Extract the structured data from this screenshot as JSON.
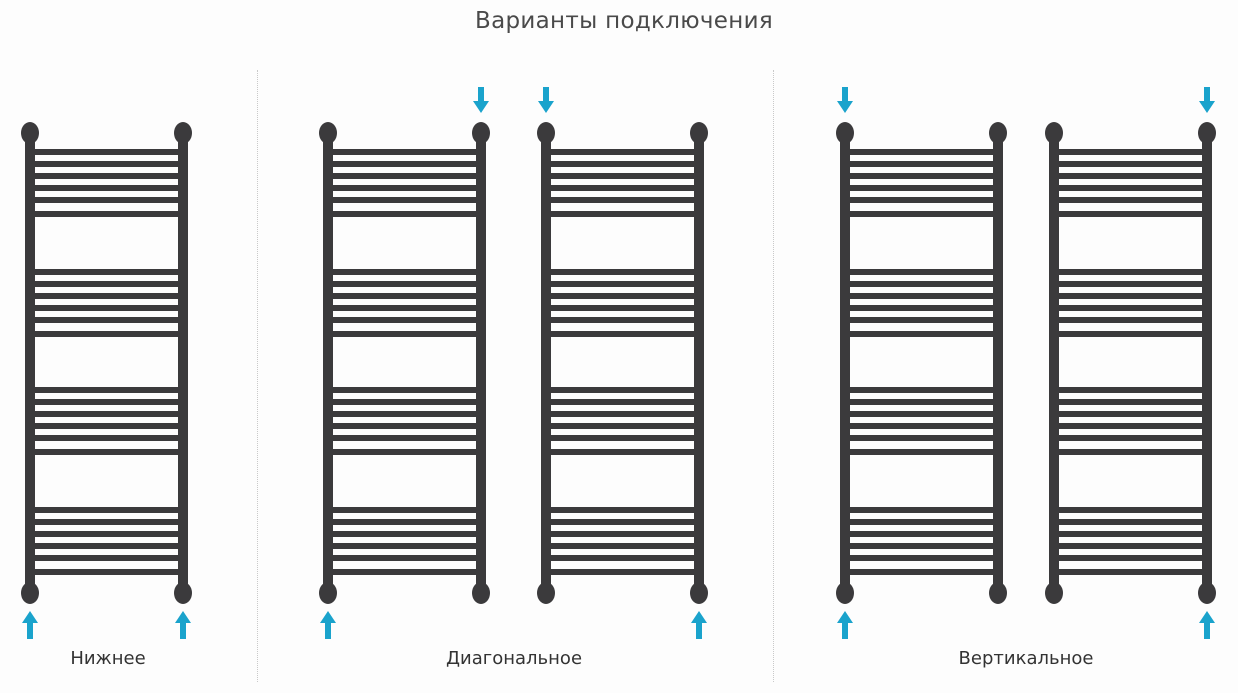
{
  "title": "Варианты подключения",
  "colors": {
    "pipe": "#3b3a3c",
    "arrow": "#1aa3cc",
    "divider": "#c9c9c9"
  },
  "groups": [
    {
      "label": "Нижнее",
      "radiators": [
        {
          "arrows": [
            "bottom-left-up",
            "bottom-right-up"
          ]
        }
      ]
    },
    {
      "label": "Диагональное",
      "radiators": [
        {
          "arrows": [
            "top-right-down",
            "bottom-left-up"
          ]
        },
        {
          "arrows": [
            "top-left-down",
            "bottom-right-up"
          ]
        }
      ]
    },
    {
      "label": "Вертикальное",
      "radiators": [
        {
          "arrows": [
            "top-left-down",
            "bottom-left-up"
          ]
        },
        {
          "arrows": [
            "top-right-down",
            "bottom-right-up"
          ]
        }
      ]
    }
  ]
}
